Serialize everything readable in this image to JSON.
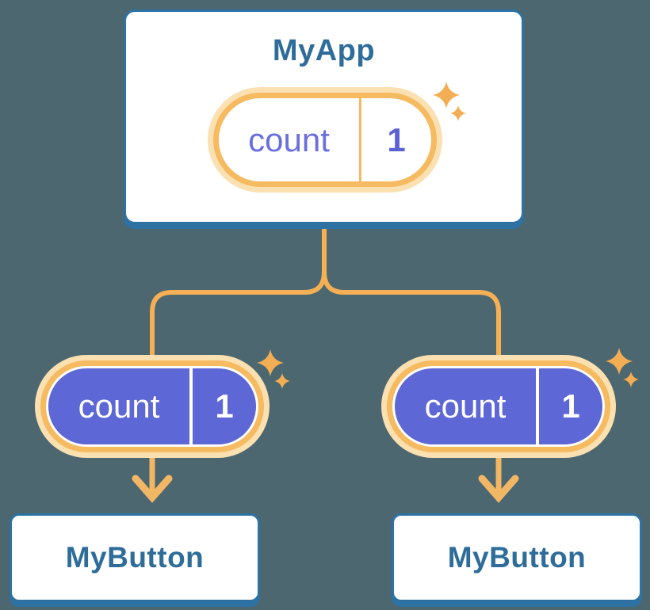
{
  "diagram": {
    "parent": {
      "name": "MyApp",
      "state": {
        "label": "count",
        "value": "1"
      }
    },
    "children": [
      {
        "name": "MyButton",
        "prop": {
          "label": "count",
          "value": "1"
        }
      },
      {
        "name": "MyButton",
        "prop": {
          "label": "count",
          "value": "1"
        }
      }
    ],
    "colors": {
      "background": "#4C6770",
      "card_fill": "#FFFFFF",
      "card_border_blue": "#2E72A3",
      "title_text_blue": "#2E6C99",
      "pill_ring_orange": "#F6BA60",
      "pill_glow_cream": "#FBE0B1",
      "connector_orange": "#F5AF55",
      "arrow_orange": "#F2B765",
      "prop_pill_purple": "#5D67D5",
      "state_text_purple": "#6A6FDE",
      "sparkle_orange": "#F3AD52"
    }
  }
}
